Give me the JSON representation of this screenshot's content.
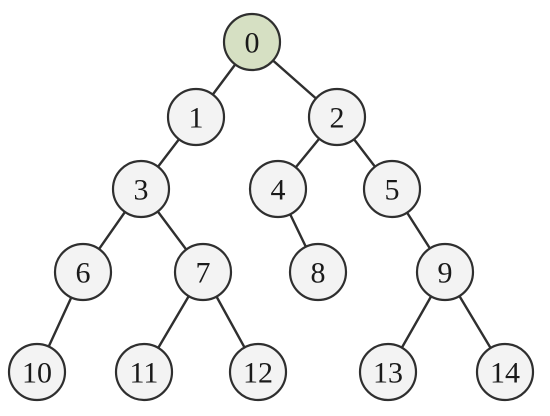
{
  "tree": {
    "root_fill": "#d6e0c3",
    "node_fill": "#f3f3f3",
    "nodes": [
      {
        "id": 0,
        "label": "0",
        "level": 0,
        "highlight": true
      },
      {
        "id": 1,
        "label": "1",
        "level": 1
      },
      {
        "id": 2,
        "label": "2",
        "level": 1
      },
      {
        "id": 3,
        "label": "3",
        "level": 2
      },
      {
        "id": 4,
        "label": "4",
        "level": 2
      },
      {
        "id": 5,
        "label": "5",
        "level": 2
      },
      {
        "id": 6,
        "label": "6",
        "level": 3
      },
      {
        "id": 7,
        "label": "7",
        "level": 3
      },
      {
        "id": 8,
        "label": "8",
        "level": 3
      },
      {
        "id": 9,
        "label": "9",
        "level": 3
      },
      {
        "id": 10,
        "label": "10",
        "level": 4
      },
      {
        "id": 11,
        "label": "11",
        "level": 4
      },
      {
        "id": 12,
        "label": "12",
        "level": 4
      },
      {
        "id": 13,
        "label": "13",
        "level": 4
      },
      {
        "id": 14,
        "label": "14",
        "level": 4
      }
    ],
    "edges": [
      [
        0,
        1
      ],
      [
        0,
        2
      ],
      [
        1,
        3
      ],
      [
        2,
        4
      ],
      [
        2,
        5
      ],
      [
        3,
        6
      ],
      [
        3,
        7
      ],
      [
        4,
        8
      ],
      [
        5,
        9
      ],
      [
        6,
        10
      ],
      [
        7,
        11
      ],
      [
        7,
        12
      ],
      [
        9,
        13
      ],
      [
        9,
        14
      ]
    ]
  }
}
